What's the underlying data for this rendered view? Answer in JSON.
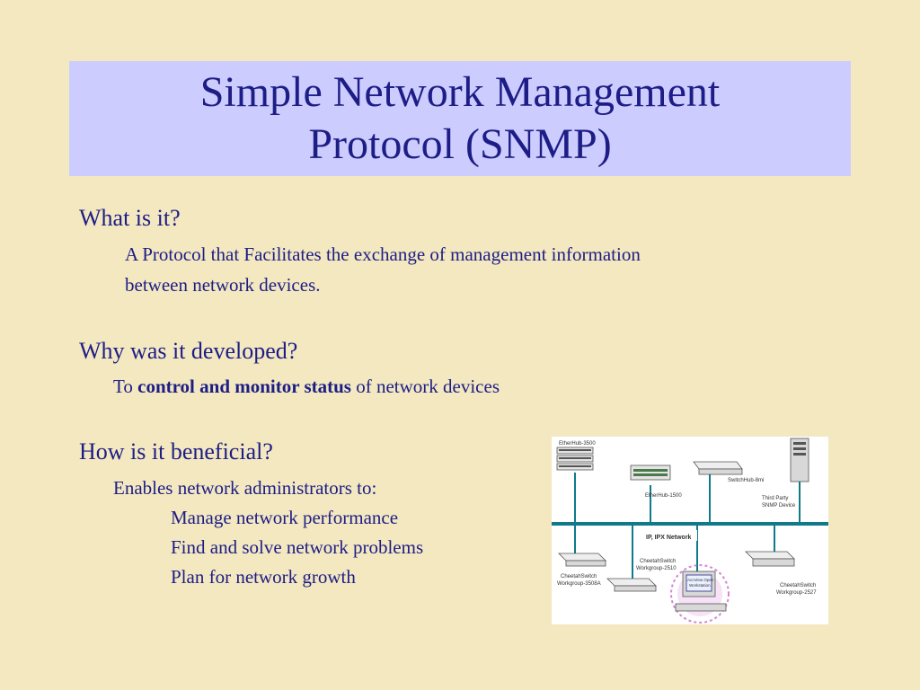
{
  "slide": {
    "title_line1": "Simple Network Management",
    "title_line2": "Protocol (SNMP)"
  },
  "q1": {
    "heading": "What is it?",
    "answer_line1": "A Protocol that Facilitates the exchange of management information",
    "answer_line2": "between network devices."
  },
  "q2": {
    "heading": "Why was it developed?",
    "answer_prefix": "To ",
    "answer_bold": "control and monitor status",
    "answer_suffix": " of network devices"
  },
  "q3": {
    "heading": "How is it beneficial?",
    "intro": "Enables network administrators to:",
    "items": [
      "Manage network performance",
      "Find and solve network problems",
      "Plan for network growth"
    ]
  },
  "diagram": {
    "network_label": "IP, IPX Network",
    "devices": [
      {
        "label": "EtherHub-3500"
      },
      {
        "label": "EtherHub-1500"
      },
      {
        "label": "SwitchHub-8mi"
      },
      {
        "label_line1": "Third Party",
        "label_line2": "SNMP Device"
      },
      {
        "label_line1": "CheetahSwitch",
        "label_line2": "Workgroup-3508A"
      },
      {
        "label_line1": "CheetahSwitch",
        "label_line2": "Workgroup-2510"
      },
      {
        "label_line1": "AccView Open",
        "label_line2": "Workstation"
      },
      {
        "label_line1": "CheetahSwitch",
        "label_line2": "Workgroup-2527"
      }
    ],
    "colors": {
      "backbone": "#0e7a8a",
      "workstation_glow": "#cc66cc",
      "device_body": "#e4e4e4"
    }
  }
}
